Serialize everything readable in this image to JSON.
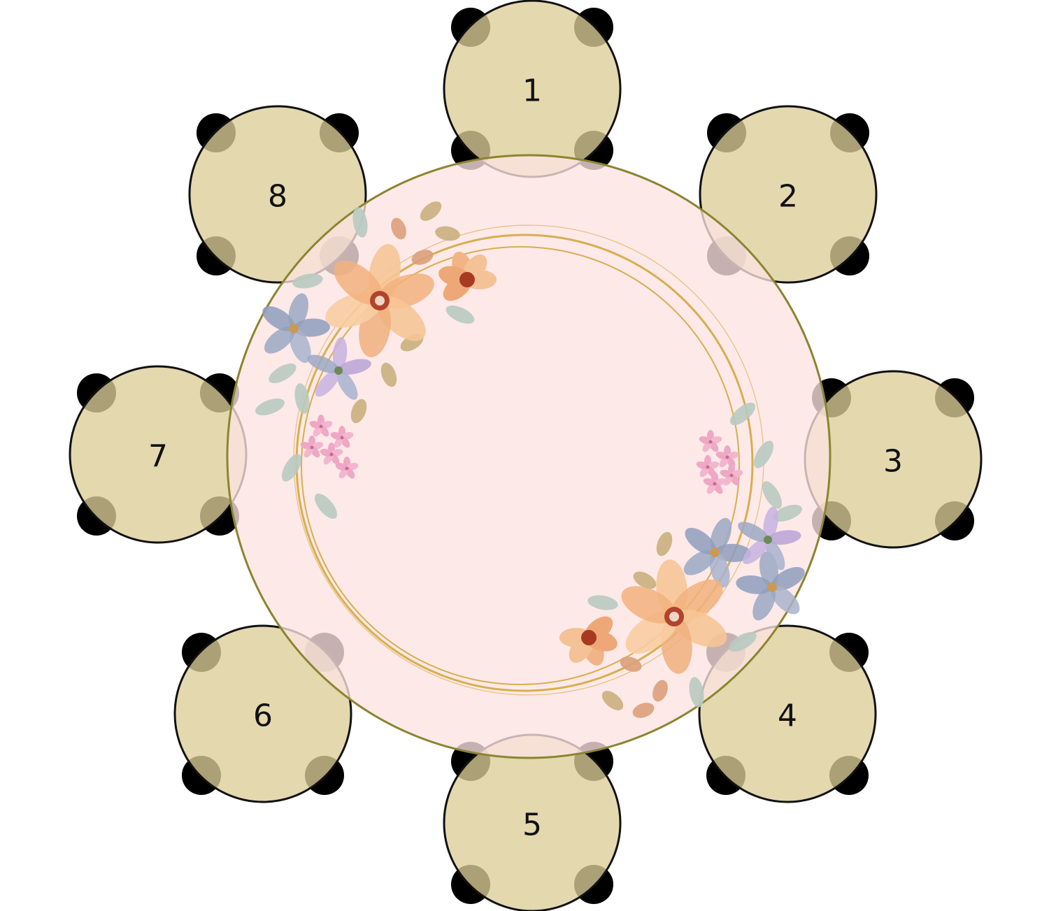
{
  "table": {
    "shape": "round",
    "colors": {
      "tablecloth": "#fde3e1",
      "table_rim": "#8a8530",
      "gold_ring": "#d8ae4e",
      "chair_seat": "#dccd98",
      "chair_leg": "#000000",
      "chair_outline": "#111111",
      "peach_flower": "#f4c293",
      "flower_center": "#a83a22",
      "lilac_flower": "#b9a3d6",
      "blue_flower": "#9ba8c4",
      "pink_blossom": "#eea7c4",
      "sage_leaf": "#b8cac1",
      "olive_leaf": "#c9b07d"
    }
  },
  "seats": [
    {
      "number": "1"
    },
    {
      "number": "2"
    },
    {
      "number": "3"
    },
    {
      "number": "4"
    },
    {
      "number": "5"
    },
    {
      "number": "6"
    },
    {
      "number": "7"
    },
    {
      "number": "8"
    }
  ]
}
